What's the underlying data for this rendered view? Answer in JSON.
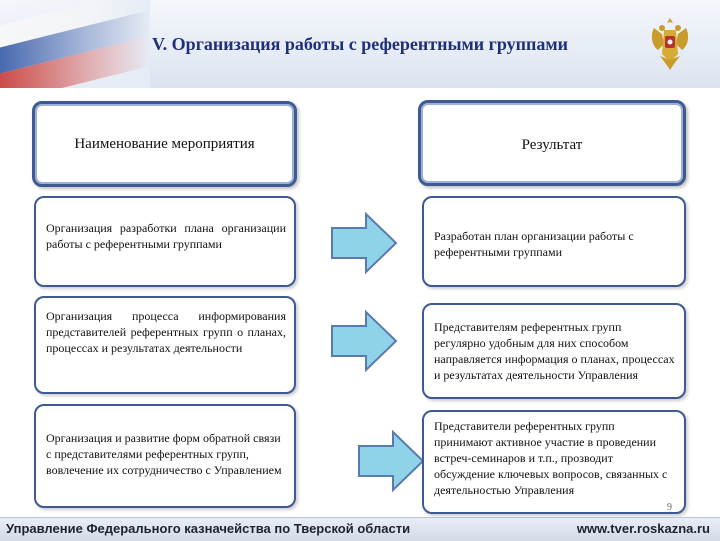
{
  "header": {
    "title": "V. Организация работы с референтными группами",
    "emblem_icon": "double-headed-eagle-emblem"
  },
  "columns": {
    "left_header": "Наименование мероприятия",
    "right_header": "Результат"
  },
  "rows": [
    {
      "event": "Организация разработки плана организации работы с референтными группами",
      "result": "Разработан план организации работы с референтными группами"
    },
    {
      "event": "Организация процесса информирования представителей референтных групп о планах, процессах и результатах деятельности",
      "result": "Представителям референтных групп регулярно удобным для них способом направляется информация о планах, процессах и результатах деятельности Управления"
    },
    {
      "event": "Организация и развитие форм обратной связи с представителями референтных групп, вовлечение их сотрудничество с Управлением",
      "result": "Представители референтных групп принимают активное участие в проведении встреч-семинаров и т.п., прозводит обсуждение ключевых вопросов, связанных с деятельностью Управления"
    }
  ],
  "footer": {
    "organization": "Управление Федерального казначейства по Тверской области",
    "website": "www.tver.roskazna.ru"
  },
  "page_number": "9",
  "colors": {
    "title": "#1f2f78",
    "box_border": "#3d5a94",
    "arrow_fill": "#8fd3e8"
  }
}
